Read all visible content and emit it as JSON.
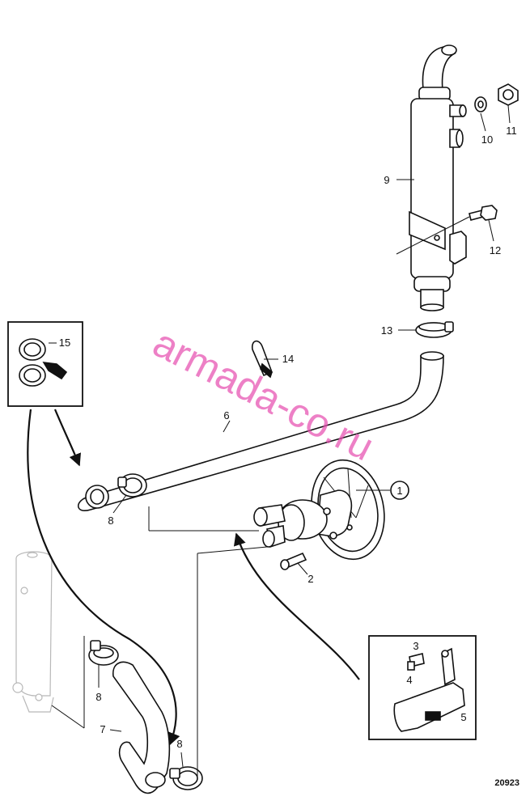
{
  "callouts": {
    "c1": "1",
    "c2": "2",
    "c3": "3",
    "c4": "4",
    "c5": "5",
    "c6": "6",
    "c7": "7",
    "c8a": "8",
    "c8b": "8",
    "c8c": "8",
    "c9": "9",
    "c10": "10",
    "c11": "11",
    "c12": "12",
    "c13": "13",
    "c14": "14",
    "c15": "15"
  },
  "drawing_number": "20923",
  "watermark": "armada-co.ru",
  "colors": {
    "line": "#111111",
    "ghost": "#b8b8b8",
    "watermark": "#e64fb0"
  }
}
